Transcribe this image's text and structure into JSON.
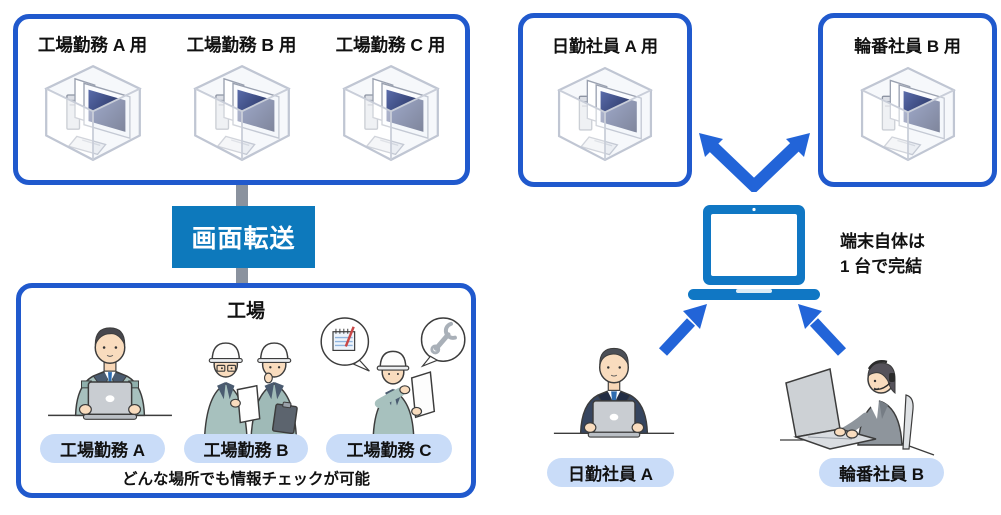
{
  "colors": {
    "box_border": "#2059cd",
    "transfer_bg": "#0d79bc",
    "connector_gray": "#8a929e",
    "pill_bg": "#c9dcf8",
    "arrow_blue": "#2264d8",
    "laptop_blue": "#1077c4"
  },
  "left": {
    "vm_box": {
      "items": [
        {
          "label": "工場勤務 A 用",
          "icon": "virtual-desktop-cube-icon"
        },
        {
          "label": "工場勤務 B 用",
          "icon": "virtual-desktop-cube-icon"
        },
        {
          "label": "工場勤務 C 用",
          "icon": "virtual-desktop-cube-icon"
        }
      ]
    },
    "transfer_label": "画面転送",
    "factory_box": {
      "title": "工場",
      "workers": [
        {
          "label": "工場勤務 A",
          "icon": "factory-worker-at-laptop"
        },
        {
          "label": "工場勤務 B",
          "icon": "factory-workers-discussing"
        },
        {
          "label": "工場勤務 C",
          "icon": "factory-worker-with-tablet"
        }
      ],
      "caption": "どんな場所でも情報チェックが可能"
    }
  },
  "right": {
    "vm_boxes": [
      {
        "label": "日勤社員 A 用",
        "icon": "virtual-desktop-cube-icon"
      },
      {
        "label": "輪番社員 B 用",
        "icon": "virtual-desktop-cube-icon"
      }
    ],
    "note": {
      "line1": "端末自体は",
      "line2": "1 台で完結"
    },
    "users": [
      {
        "label": "日勤社員 A",
        "icon": "office-worker-at-laptop"
      },
      {
        "label": "輪番社員 B",
        "icon": "operator-woman-at-laptop"
      }
    ]
  }
}
